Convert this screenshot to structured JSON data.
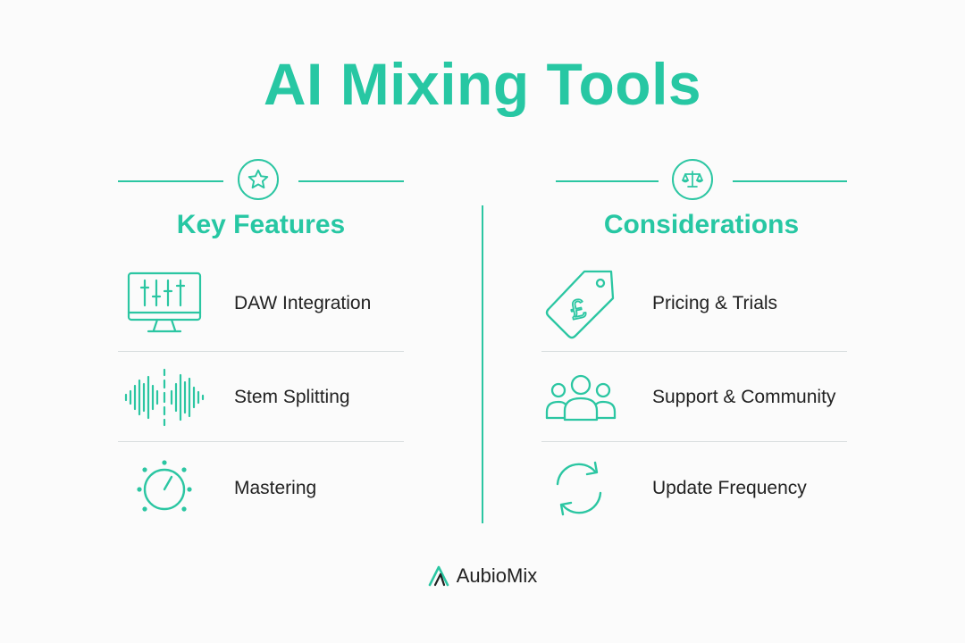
{
  "title": "AI Mixing Tools",
  "left": {
    "heading": "Key Features",
    "badge_icon": "star-icon",
    "items": [
      {
        "label": "DAW Integration",
        "icon": "monitor-faders-icon"
      },
      {
        "label": "Stem Splitting",
        "icon": "waveform-split-icon"
      },
      {
        "label": "Mastering",
        "icon": "knob-icon"
      }
    ]
  },
  "right": {
    "heading": "Considerations",
    "badge_icon": "scales-icon",
    "items": [
      {
        "label": "Pricing & Trials",
        "icon": "price-tag-pound-icon"
      },
      {
        "label": "Support & Community",
        "icon": "people-group-icon"
      },
      {
        "label": "Update Frequency",
        "icon": "refresh-icon"
      }
    ]
  },
  "brand": {
    "name": "AubioMix",
    "icon": "aubiomix-logo-icon"
  },
  "colors": {
    "accent": "#27c7a3",
    "text": "#222222",
    "divider": "#d8ddde",
    "background": "#fbfbfb"
  }
}
